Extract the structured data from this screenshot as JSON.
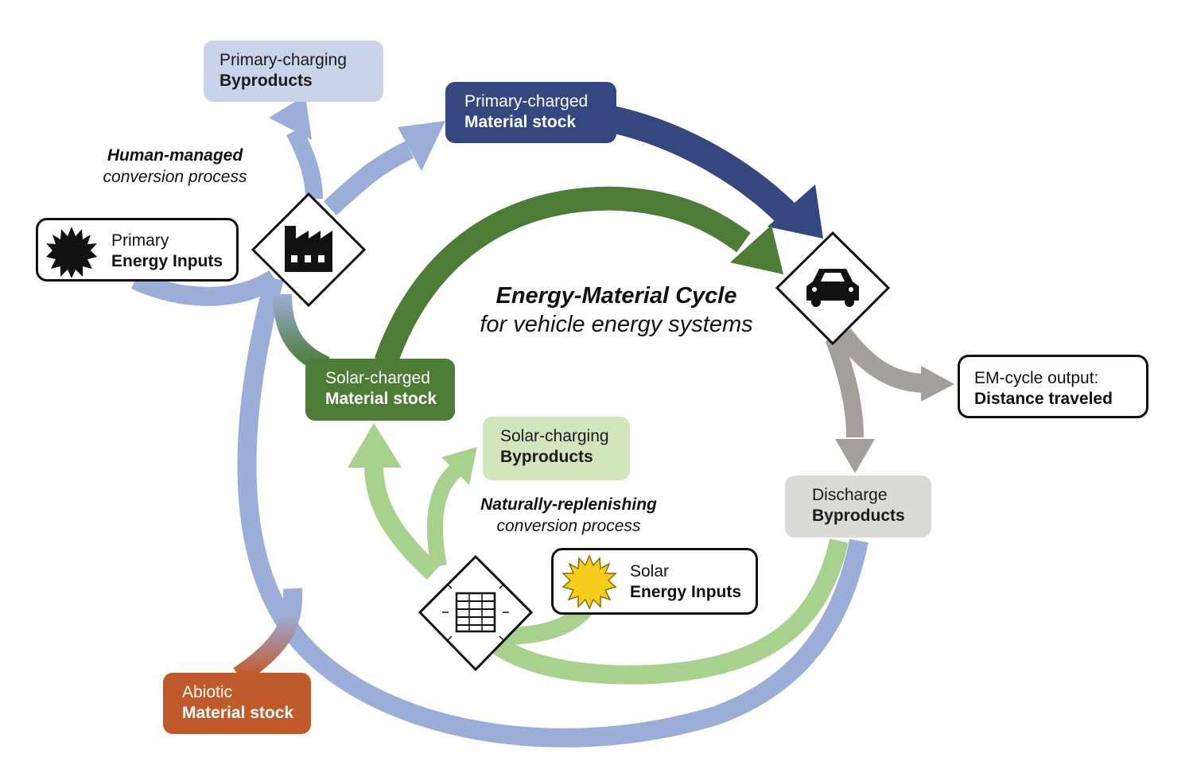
{
  "title": {
    "line1": "Energy-Material Cycle",
    "line2": "for vehicle energy systems"
  },
  "process_labels": {
    "human_managed": {
      "line1": "Human-managed",
      "line2": "conversion process"
    },
    "naturally_replenishing": {
      "line1": "Naturally-replenishing",
      "line2": "conversion process"
    }
  },
  "boxes": {
    "primary_charging_byproducts": {
      "line1": "Primary-charging",
      "line2": "Byproducts"
    },
    "primary_charged_stock": {
      "line1": "Primary-charged",
      "line2": "Material stock"
    },
    "primary_energy_inputs": {
      "line1": "Primary",
      "line2": "Energy Inputs"
    },
    "solar_charged_stock": {
      "line1": "Solar-charged",
      "line2": "Material stock"
    },
    "solar_charging_byproducts": {
      "line1": "Solar-charging",
      "line2": "Byproducts"
    },
    "solar_energy_inputs": {
      "line1": "Solar",
      "line2": "Energy Inputs"
    },
    "discharge_byproducts": {
      "line1": "Discharge",
      "line2": "Byproducts"
    },
    "em_cycle_output": {
      "line1": "EM-cycle output:",
      "line2": "Distance traveled"
    },
    "abiotic_stock": {
      "line1": "Abiotic",
      "line2": "Material stock"
    }
  },
  "colors": {
    "primary_flow": "#9aaed8",
    "primary_charged": "#34477f",
    "solar_charged": "#4c7c35",
    "solar_flow": "#a9d18e",
    "discharge": "#a3a09c",
    "abiotic": "#c15a2b",
    "sun": "#f5cc1b"
  },
  "icons": [
    "factory-icon",
    "car-icon",
    "solar-panel-icon",
    "starburst-icon",
    "sun-icon"
  ]
}
